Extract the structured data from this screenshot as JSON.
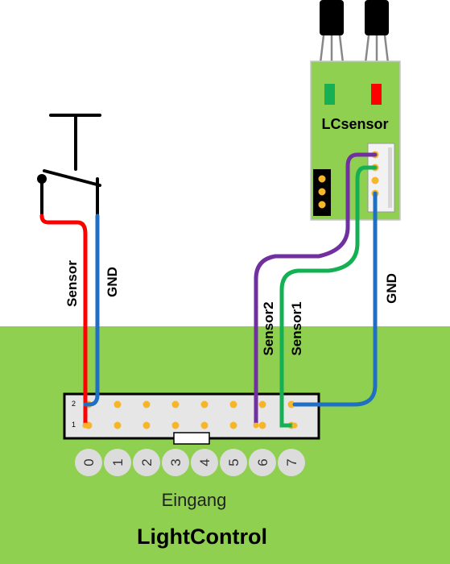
{
  "board": {
    "title": "LightControl",
    "input_label": "Eingang",
    "row_numbers": [
      "2",
      "1"
    ],
    "pin_numbers": [
      "0",
      "1",
      "2",
      "3",
      "4",
      "5",
      "6",
      "7"
    ]
  },
  "switch_wires": {
    "sensor_label": "Sensor",
    "gnd_label": "GND"
  },
  "lc_sensor": {
    "label": "LCsensor",
    "sensor2_label": "Sensor2",
    "sensor1_label": "Sensor1",
    "gnd_label": "GND"
  },
  "colors": {
    "background_green": "#8fd051",
    "board_fill": "#e6e6e6",
    "pin_yellow": "#f7b52a",
    "pin_circle": "#dcdcdc",
    "sensor_board": "#8fd051",
    "wire_red": "#ff0000",
    "wire_blue": "#1f6fc5",
    "wire_purple": "#7030a0",
    "wire_green": "#15b054",
    "led_green": "#15b054",
    "led_red": "#ff0000"
  }
}
